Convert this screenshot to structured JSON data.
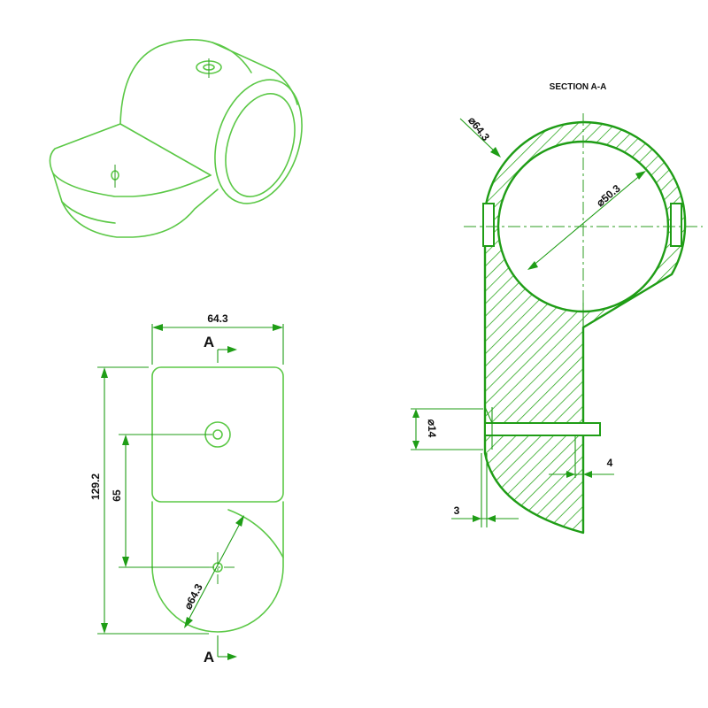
{
  "section_title": "SECTION A-A",
  "colors": {
    "line": "#5bc846",
    "dimension": "#1f9d16",
    "text": "#111111"
  },
  "front_view": {
    "width_dim": "64.3",
    "height_total_dim": "129.2",
    "hole_offset_dim": "65",
    "end_diameter_dim": "⌀64.3",
    "section_mark_top": "A",
    "section_mark_bottom": "A"
  },
  "section_view": {
    "outer_diameter_dim": "⌀64.3",
    "inner_diameter_dim": "⌀50.3",
    "hole_diameter_dim": "⌀14",
    "wall_offset_dim": "3",
    "counterbore_dim": "4"
  }
}
